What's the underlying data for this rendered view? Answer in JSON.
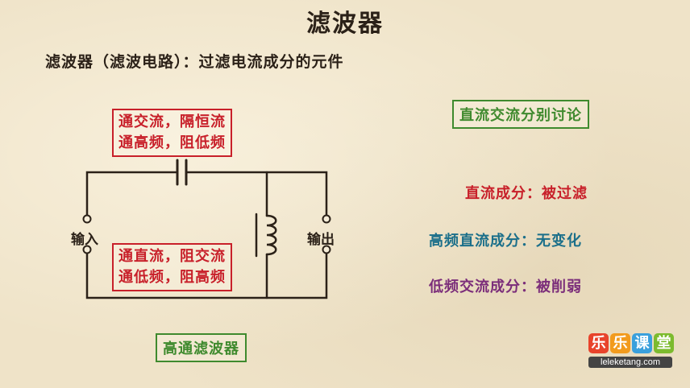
{
  "title": "滤波器",
  "subtitle": "滤波器（滤波电路）：过滤电流成分的元件",
  "capacitor_box": {
    "line1": "通交流，隔恒流",
    "line2": "通高频，阻低频"
  },
  "inductor_box": {
    "line1": "通直流，阻交流",
    "line2": "通低频，阻高频"
  },
  "input_label": "输入",
  "output_label": "输出",
  "filter_name": "高通滤波器",
  "discussion_label": "直流交流分别讨论",
  "results": [
    {
      "text": "直流成分：被过滤",
      "color": "#c8202a"
    },
    {
      "text": "高频直流成分：无变化",
      "color": "#1b6f8a"
    },
    {
      "text": "低频交流成分：被削弱",
      "color": "#7b2d7a"
    }
  ],
  "logo": {
    "chars": [
      "乐",
      "乐",
      "课",
      "堂"
    ],
    "char_colors": [
      "#e8432b",
      "#f29b1d",
      "#3aa0dc",
      "#7cbb2e"
    ],
    "url": "leleketang.com"
  }
}
